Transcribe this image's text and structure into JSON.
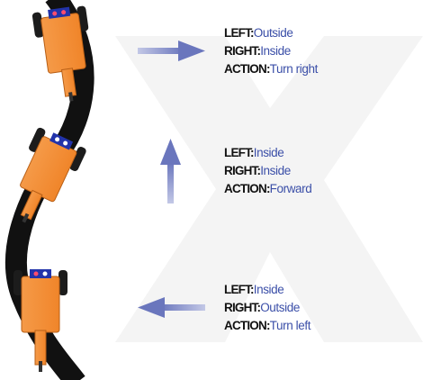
{
  "colors": {
    "label": "#111111",
    "value": "#3b4fa8",
    "robot_body": "#f7923a",
    "track": "#111111",
    "arrow": "#6a76bd"
  },
  "states": [
    {
      "left_label": "LEFT:",
      "left": "Outside",
      "right_label": "RIGHT:",
      "right": "Inside",
      "action_label": "ACTION:",
      "action": "Turn right",
      "arrow": "right-arrow"
    },
    {
      "left_label": "LEFT:",
      "left": "Inside",
      "right_label": "RIGHT:",
      "right": "Inside",
      "action_label": "ACTION:",
      "action": "Forward",
      "arrow": "up-arrow"
    },
    {
      "left_label": "LEFT:",
      "left": "Inside",
      "right_label": "RIGHT:",
      "right": "Outside",
      "action_label": "ACTION:",
      "action": "Turn left",
      "arrow": "left-arrow"
    }
  ]
}
